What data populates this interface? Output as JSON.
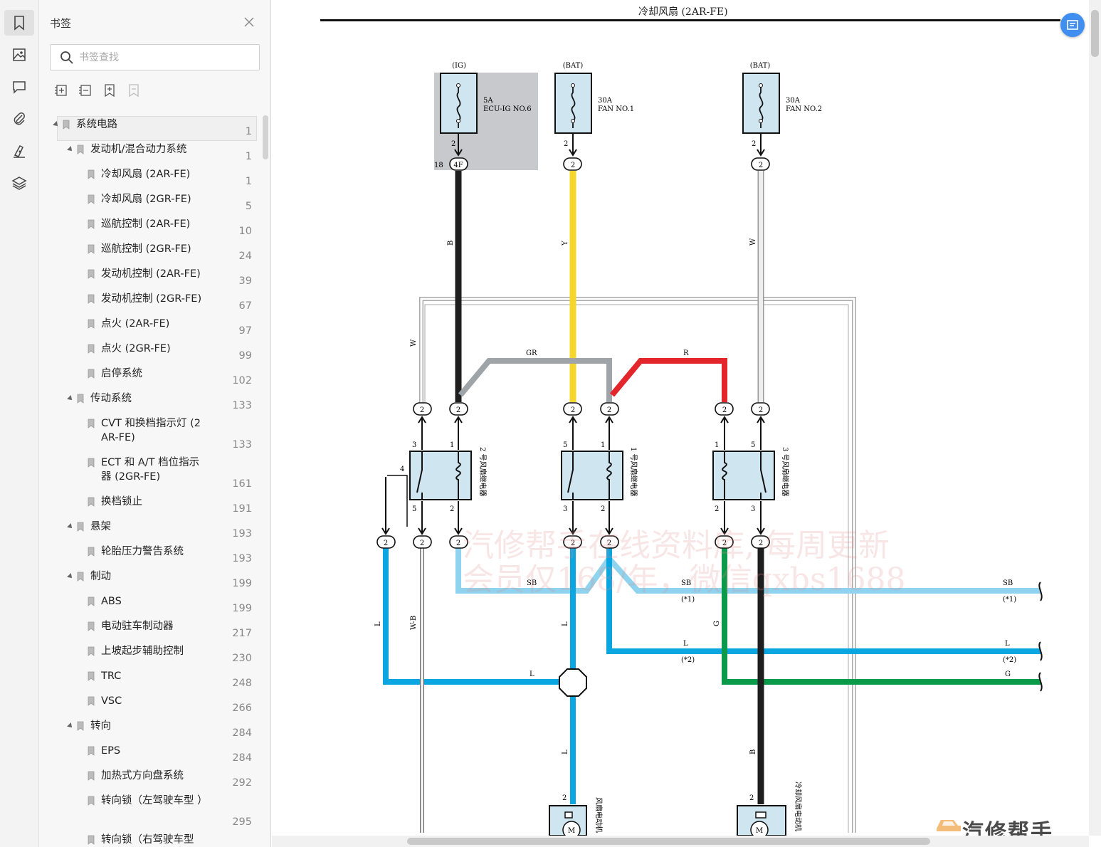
{
  "sidebar_rail": {
    "icons": [
      "bookmark-icon",
      "image-icon",
      "comment-icon",
      "attachment-icon",
      "signature-icon",
      "layers-icon"
    ]
  },
  "bookmarks_panel": {
    "title": "书签",
    "search_placeholder": "书签查找",
    "items": [
      {
        "label": "系统电路",
        "page": "1"
      },
      {
        "label": "发动机/混合动力系统",
        "page": "1"
      },
      {
        "label": "冷却风扇 (2AR-FE)",
        "page": "1"
      },
      {
        "label": "冷却风扇 (2GR-FE)",
        "page": "5"
      },
      {
        "label": "巡航控制 (2AR-FE)",
        "page": "10"
      },
      {
        "label": "巡航控制 (2GR-FE)",
        "page": "24"
      },
      {
        "label": "发动机控制 (2AR-FE)",
        "page": "39"
      },
      {
        "label": "发动机控制 (2GR-FE)",
        "page": "67"
      },
      {
        "label": "点火 (2AR-FE)",
        "page": "97"
      },
      {
        "label": "点火 (2GR-FE)",
        "page": "99"
      },
      {
        "label": "启停系统",
        "page": "102"
      },
      {
        "label": "传动系统",
        "page": "133"
      },
      {
        "label": "CVT 和换档指示灯 (2 AR-FE)",
        "page": "133"
      },
      {
        "label": "ECT 和 A/T 档位指示 器 (2GR-FE)",
        "page": "161"
      },
      {
        "label": "换档锁止",
        "page": "191"
      },
      {
        "label": "悬架",
        "page": "193"
      },
      {
        "label": "轮胎压力警告系统",
        "page": "193"
      },
      {
        "label": "制动",
        "page": "199"
      },
      {
        "label": "ABS",
        "page": "199"
      },
      {
        "label": "电动驻车制动器",
        "page": "217"
      },
      {
        "label": "上坡起步辅助控制",
        "page": "230"
      },
      {
        "label": "TRC",
        "page": "248"
      },
      {
        "label": "VSC",
        "page": "266"
      },
      {
        "label": "转向",
        "page": "284"
      },
      {
        "label": "EPS",
        "page": "284"
      },
      {
        "label": "加热式方向盘系统",
        "page": "292"
      },
      {
        "label": "转向锁（左驾驶车型 ）",
        "page": "295"
      },
      {
        "label": "转向锁（右驾驶车型",
        "page": ""
      }
    ]
  },
  "document": {
    "title": "冷却风扇 (2AR-FE)",
    "fuses": [
      {
        "source": "(IG)",
        "rating": "5A",
        "name": "ECU-IG NO.6",
        "pin": "2",
        "connector": "4F",
        "connector_pin": "18"
      },
      {
        "source": "(BAT)",
        "rating": "30A",
        "name": "FAN NO.1",
        "pin": "2",
        "connector": "2"
      },
      {
        "source": "(BAT)",
        "rating": "30A",
        "name": "FAN NO.2",
        "pin": "2",
        "connector": "2"
      }
    ],
    "relays": [
      {
        "name": "2 号风扇继电器",
        "pins": [
          "3",
          "1",
          "4",
          "5",
          "2"
        ]
      },
      {
        "name": "1 号风扇继电器",
        "pins": [
          "5",
          "1",
          "3",
          "2"
        ]
      },
      {
        "name": "3 号风扇继电器",
        "pins": [
          "1",
          "5",
          "2",
          "3"
        ]
      }
    ],
    "wire_labels": {
      "b": "B",
      "y": "Y",
      "w": "W",
      "gr": "GR",
      "r": "R",
      "sb": "SB",
      "l": "L",
      "g": "G",
      "wb": "W-B"
    },
    "notes": {
      "n1": "(*1)",
      "n2": "(*2)"
    },
    "connector_pin": "2",
    "motors": [
      {
        "name": "风扇电动机",
        "symbol": "M",
        "pin": "2"
      },
      {
        "name": "冷却风扇电动机",
        "symbol": "M",
        "pin": "2"
      }
    ],
    "watermark_line1": "汽修帮手在线资料库, 每周更新",
    "watermark_line2": "会员仅168/年，微信qxbs1688",
    "brand": "汽修帮手"
  },
  "colors": {
    "black": "#1e1e1e",
    "yellow": "#f5d62a",
    "white_wire": "#e8e8e8",
    "gray": "#9fa4a8",
    "red": "#e3262b",
    "sky_blue": "#8fd3ee",
    "blue": "#0aa6e2",
    "green": "#0a9a4a",
    "relay_fill": "#cfe6f1",
    "fuse_box_fill": "#c8c9cc",
    "accent": "#3f8ef0"
  }
}
